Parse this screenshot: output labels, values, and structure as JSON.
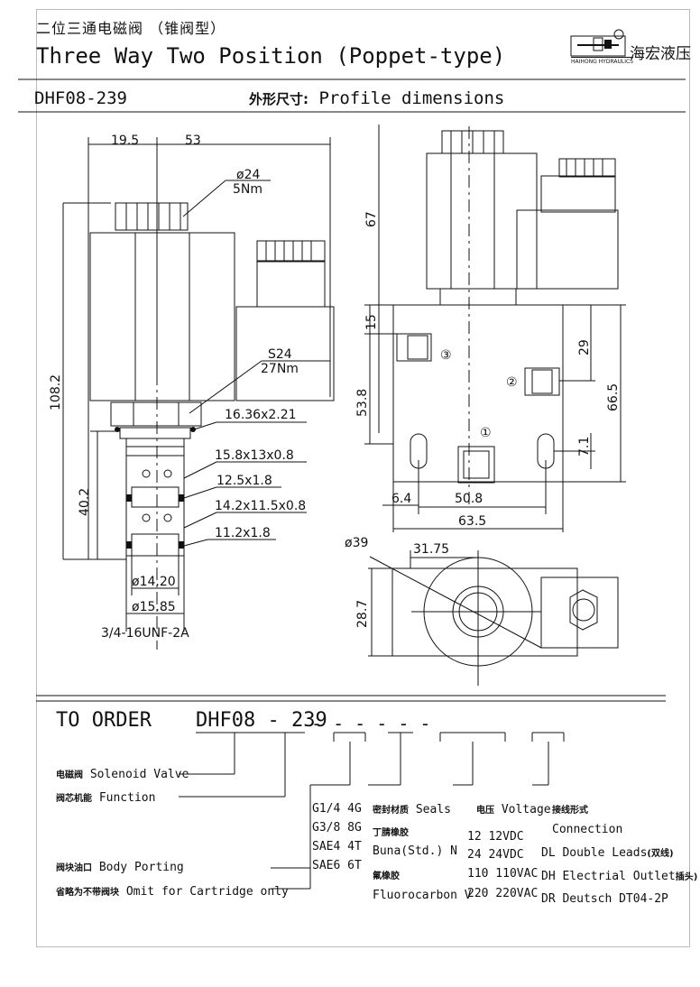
{
  "header": {
    "title_cn": "二位三通电磁阀 （锥阀型）",
    "title_en": "Three Way Two Position (Poppet-type)",
    "logo_cn": "海宏液压",
    "logo_en": "HAIHONG HYDRAULICS"
  },
  "subheader": {
    "model": "DHF08-239",
    "profile_cn": "外形尺寸:",
    "profile_en": "Profile dimensions"
  },
  "dimensions": {
    "left_view": [
      "19.5",
      "53",
      "ø24",
      "5Nm",
      "S24",
      "27Nm",
      "108.2",
      "16.36x2.21",
      "15.8x13x0.8",
      "12.5x1.8",
      "40.2",
      "14.2x11.5x0.8",
      "11.2x1.8",
      "ø14.20",
      "ø15.85",
      "3/4-16UNF-2A"
    ],
    "front_view": [
      "67",
      "15",
      "53.8",
      "29",
      "66.5",
      "7.1",
      "6.4",
      "50.8",
      "63.5"
    ],
    "ports": [
      "③",
      "②",
      "①"
    ],
    "top_view": [
      "ø39",
      "31.75",
      "28.7"
    ]
  },
  "order": {
    "title": "TO ORDER",
    "code": "DHF08 - 239",
    "code_tail": "-  - -  - -  -",
    "left_labels": [
      {
        "cn": "电磁阀",
        "en": "Solenoid Valve"
      },
      {
        "cn": "阀芯机能",
        "en": "Function"
      },
      {
        "cn": "阀块油口",
        "en": "Body Porting"
      },
      {
        "cn": "省略为不带阀块",
        "en": "Omit for Cartridge only"
      }
    ],
    "porting": [
      "G1/4  4G",
      "G3/8  8G",
      "SAE4  4T",
      "SAE6  6T"
    ],
    "seals": {
      "title_cn": "密封材质",
      "title_en": "Seals",
      "nbr_cn": "丁腈橡胶",
      "nbr": "Buna(Std.)   N",
      "fkm_cn": "氟橡胶",
      "fkm": "Fluorocarbon  V"
    },
    "voltage": {
      "title_cn": "电压",
      "title_en": "Voltage",
      "items": [
        "12   12VDC",
        "24   24VDC",
        "110  110VAC",
        "220  220VAC"
      ]
    },
    "connection": {
      "title_cn": "接线形式",
      "title_en": "Connection",
      "items": [
        {
          "en": "DL  Double Leads",
          "cn": "(双线)"
        },
        {
          "en": "DH  Electrial Outlet",
          "cn": "插头)"
        },
        {
          "en": "DR  Deutsch DT04-2P",
          "cn": ""
        }
      ]
    }
  }
}
